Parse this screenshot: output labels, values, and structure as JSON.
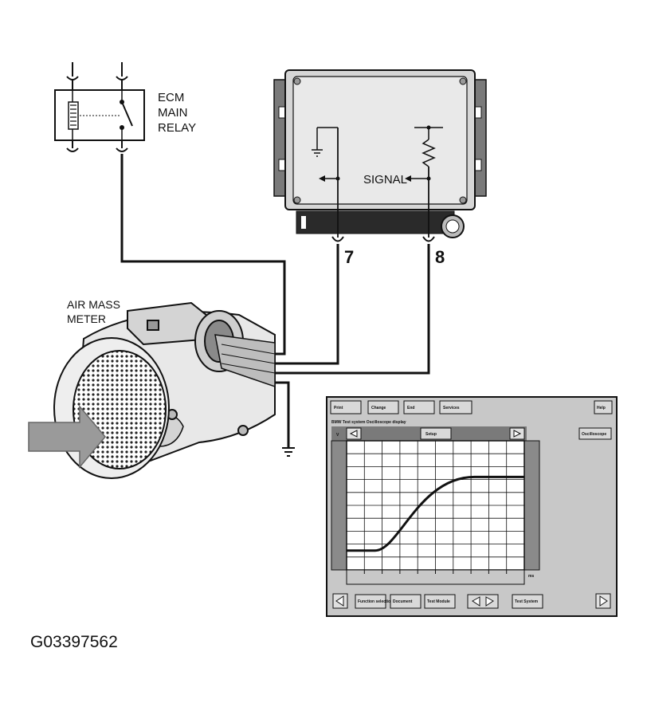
{
  "relay": {
    "label_lines": [
      "ECM",
      "MAIN",
      "RELAY"
    ]
  },
  "ecm": {
    "signal_label": "SIGNAL",
    "pins": [
      "7",
      "8"
    ]
  },
  "meter": {
    "label_lines": [
      "AIR MASS",
      "METER"
    ]
  },
  "scope": {
    "top_buttons": [
      "Print",
      "Change",
      "End",
      "Services"
    ],
    "help_button": "Help",
    "title": "BMW  Test system  Oscilloscope display",
    "axis_unit": "V",
    "setup_button": "Setup",
    "side_button": "Oscilloscope",
    "time_unit": "ms",
    "bottom_buttons": [
      "Function selection",
      "Document",
      "Test Module",
      "Test System"
    ],
    "trace": {
      "low_level": 0.15,
      "high_level": 0.72
    }
  },
  "doc_id": "G03397562",
  "colors": {
    "ink": "#111111",
    "panel": "#c8c8c8",
    "screen_bar": "#7a7a7a",
    "arrow": "#9a9a9a"
  }
}
